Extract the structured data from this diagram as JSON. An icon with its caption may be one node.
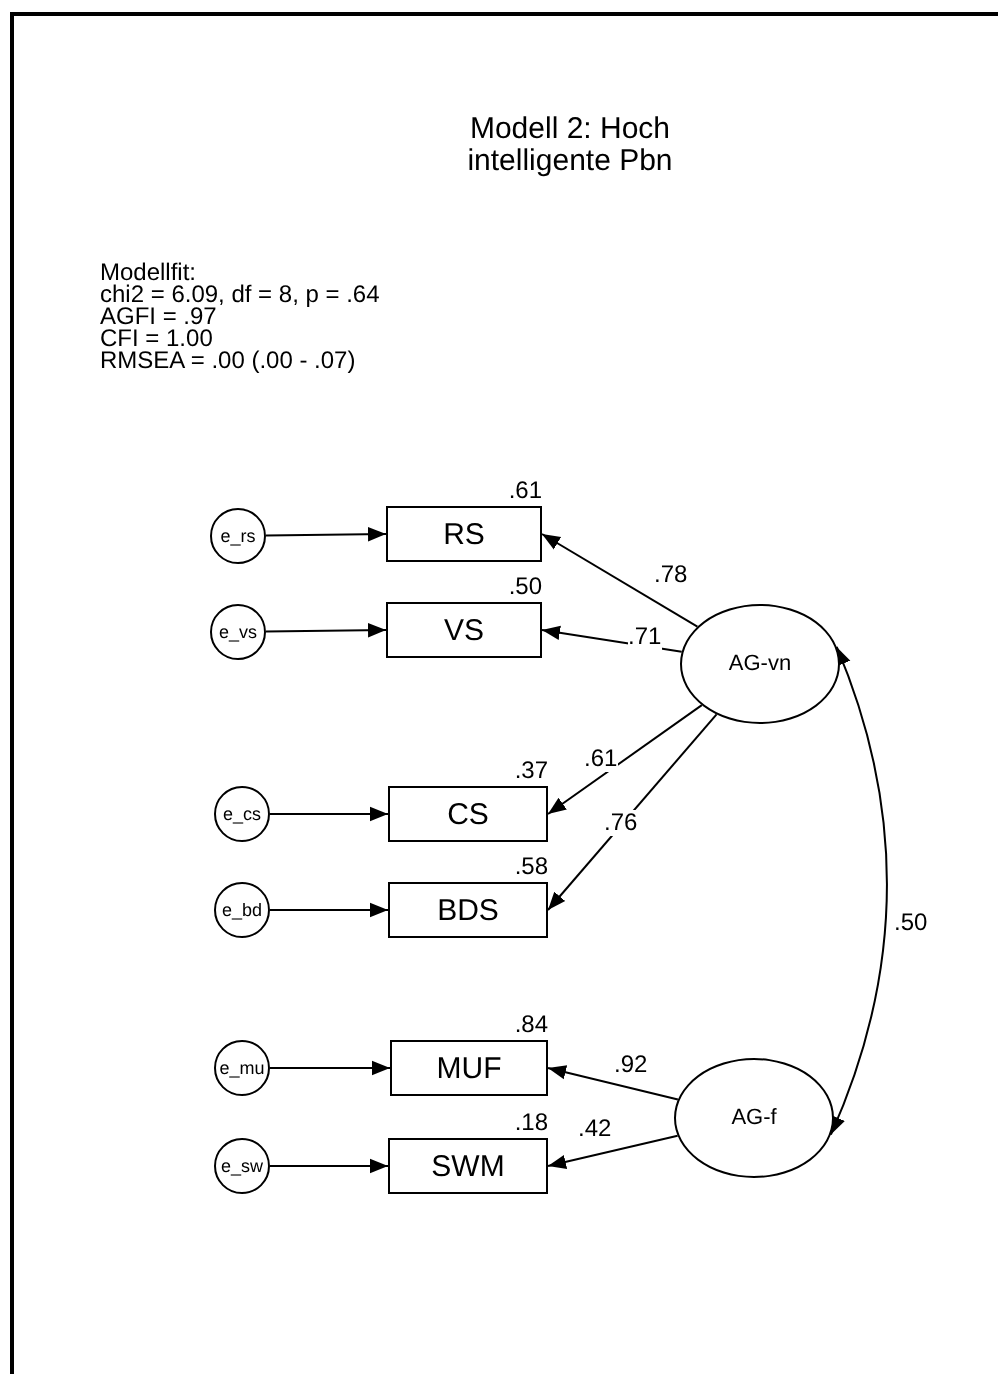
{
  "diagram": {
    "title": "Modell 2: Hoch intelligente Pbn",
    "nodes": [
      {
        "text": [
          "e_rs"
        ]
      },
      {
        "text": [
          "RS"
        ],
        "beside": [
          ".61"
        ]
      },
      {
        "text": [
          "e_vs"
        ]
      },
      {
        "text": [
          "VS"
        ],
        "beside": [
          ".50"
        ]
      },
      {
        "text": [
          "AG-vn"
        ]
      },
      {
        "text": [
          "e_cs"
        ]
      },
      {
        "text": [
          "CS"
        ],
        "beside": [
          ".37"
        ]
      },
      {
        "text": [
          "e_bd"
        ]
      },
      {
        "text": [
          "BDS"
        ],
        "beside": [
          ".58"
        ]
      },
      {
        "text": [
          "e_mu"
        ]
      },
      {
        "text": [
          "MUF"
        ],
        "beside": [
          ".84"
        ]
      },
      {
        "text": [
          "AG-f"
        ]
      },
      {
        "text": [
          "e_sw"
        ]
      },
      {
        "text": [
          "SWM"
        ],
        "beside": [
          ".18"
        ]
      }
    ],
    "edges": [
      {
        "from": 0,
        "to": 1,
        "arrow": "to"
      },
      {
        "from": 2,
        "to": 3,
        "arrow": "to"
      },
      {
        "from": 4,
        "to": 1,
        "arrow": "to",
        "label": ".78"
      },
      {
        "from": 4,
        "to": 3,
        "arrow": "to",
        "label": ".71"
      },
      {
        "from": 4,
        "to": 6,
        "arrow": "to",
        "label": ".61"
      },
      {
        "from": 4,
        "to": 8,
        "arrow": "to",
        "label": ".76"
      },
      {
        "from": 5,
        "to": 6,
        "arrow": "to"
      },
      {
        "from": 7,
        "to": 8,
        "arrow": "to"
      },
      {
        "from": 9,
        "to": 10,
        "arrow": "to"
      },
      {
        "from": 12,
        "to": 13,
        "arrow": "to"
      },
      {
        "from": 11,
        "to": 10,
        "arrow": "to",
        "label": ".92"
      },
      {
        "from": 11,
        "to": 13,
        "arrow": "to",
        "label": ".42"
      },
      {
        "from": 4,
        "to": 11,
        "arrow": "both",
        "label": ".50"
      }
    ],
    "labels": [
      "Modellfit:",
      "chi2 = 6.09, df = 8, p = .64",
      "AGFI = .97",
      "CFI = 1.00",
      "RMSEA = .00 (.00 - .07)"
    ]
  }
}
